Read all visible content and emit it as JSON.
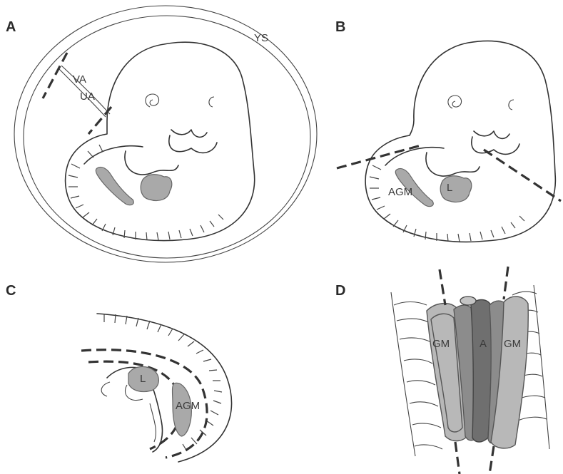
{
  "panels": {
    "a": {
      "letter": "A",
      "labels": {
        "ys": "YS",
        "va": "VA",
        "ua": "UA"
      }
    },
    "b": {
      "letter": "B",
      "labels": {
        "agm": "AGM",
        "l": "L"
      }
    },
    "c": {
      "letter": "C",
      "labels": {
        "l": "L",
        "agm": "AGM"
      }
    },
    "d": {
      "letter": "D",
      "labels": {
        "gm_left": "GM",
        "a": "A",
        "gm_right": "GM"
      }
    }
  },
  "colors": {
    "outline": "#333333",
    "tissue_light": "#b8b8b8",
    "tissue_mid": "#8f8f8f",
    "tissue_dark": "#6f6f6f"
  }
}
